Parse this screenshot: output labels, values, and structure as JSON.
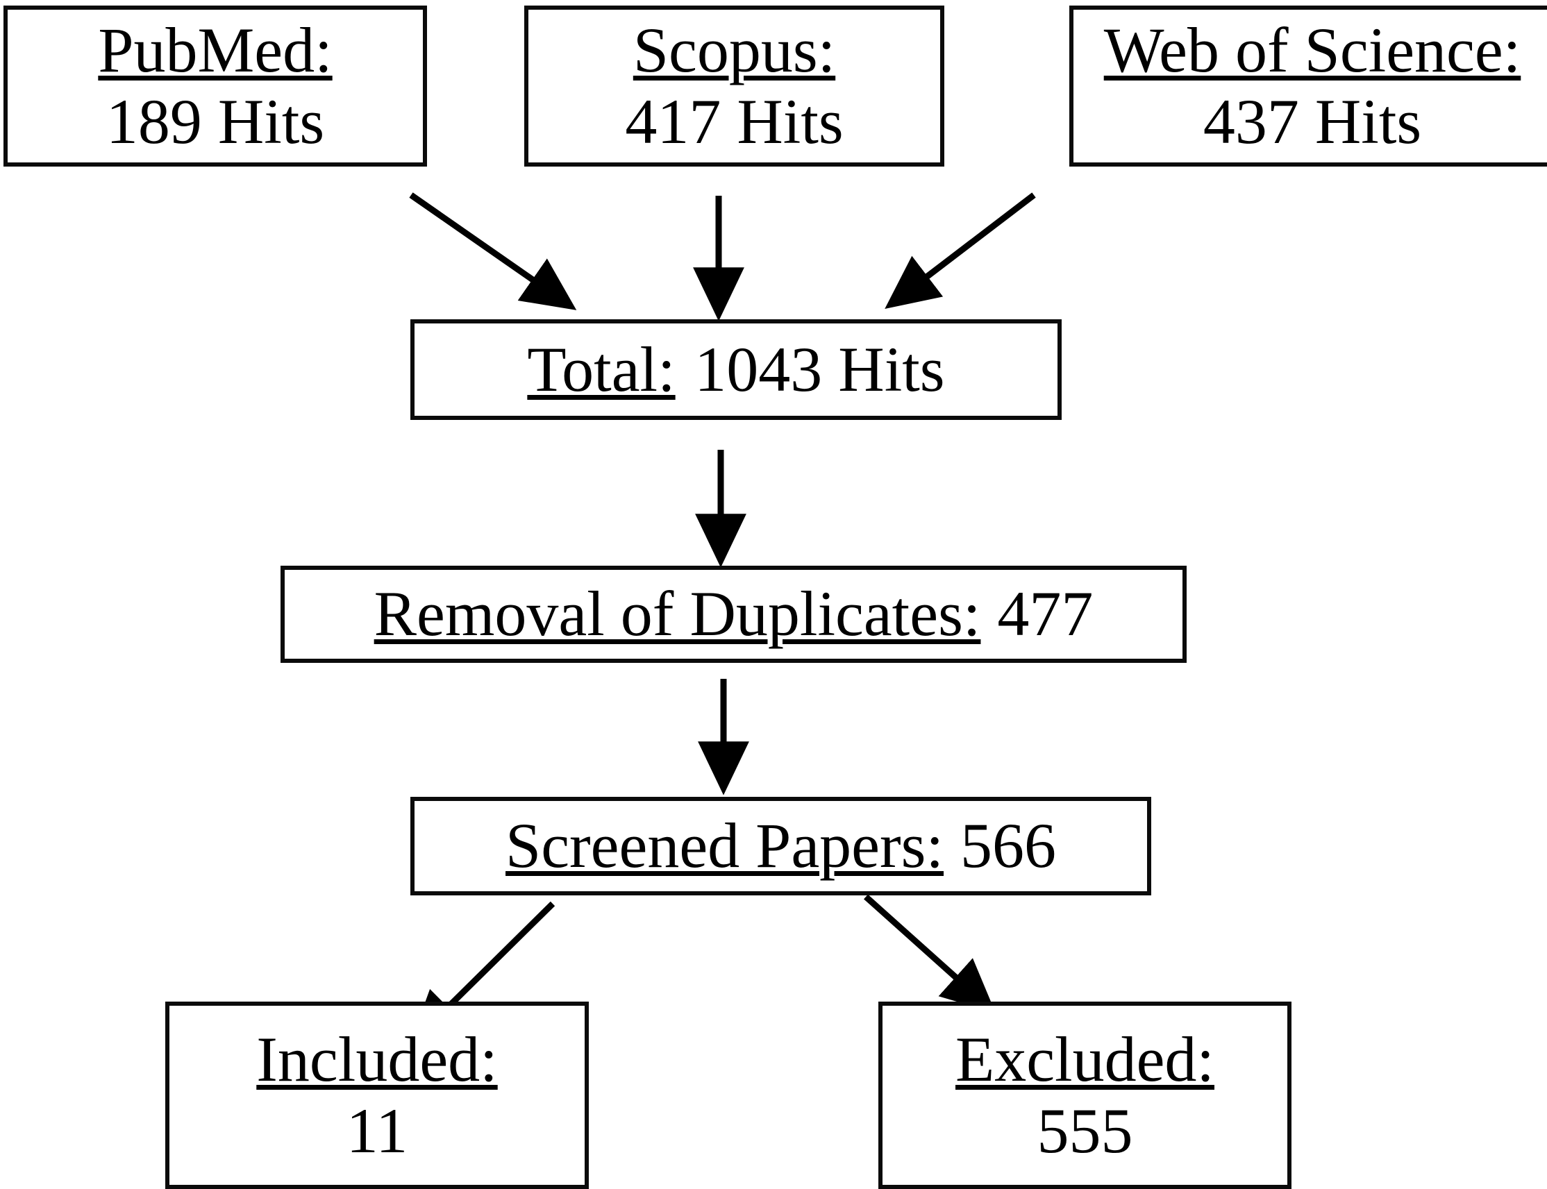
{
  "diagram": {
    "type": "prisma-flow-diagram",
    "title": "",
    "ink_color": "#000000",
    "background_color": "#ffffff",
    "sources": [
      {
        "id": "pubmed",
        "label": "PubMed:",
        "value": "189 Hits"
      },
      {
        "id": "scopus",
        "label": "Scopus:",
        "value": "417 Hits"
      },
      {
        "id": "web-of-science",
        "label": "Web of Science:",
        "value": "437 Hits"
      }
    ],
    "stages": [
      {
        "id": "total",
        "label": "Total:",
        "value": "1043 Hits"
      },
      {
        "id": "duplicates",
        "label": "Removal of Duplicates:",
        "value": "477"
      },
      {
        "id": "screened",
        "label": "Screened Papers:",
        "value": "566"
      }
    ],
    "outcomes": [
      {
        "id": "included",
        "label": "Included:",
        "value": "11"
      },
      {
        "id": "excluded",
        "label": "Excluded:",
        "value": "555"
      }
    ],
    "connectors": [
      {
        "id": "pubmed-to-total",
        "from": "pubmed",
        "to": "total",
        "style": "diagonal-arrow"
      },
      {
        "id": "scopus-to-total",
        "from": "scopus",
        "to": "total",
        "style": "vertical-arrow"
      },
      {
        "id": "wos-to-total",
        "from": "web-of-science",
        "to": "total",
        "style": "diagonal-arrow"
      },
      {
        "id": "total-to-duplicates",
        "from": "total",
        "to": "duplicates",
        "style": "vertical-arrow"
      },
      {
        "id": "duplicates-to-screened",
        "from": "duplicates",
        "to": "screened",
        "style": "vertical-arrow"
      },
      {
        "id": "screened-to-included",
        "from": "screened",
        "to": "included",
        "style": "diagonal-arrow"
      },
      {
        "id": "screened-to-excluded",
        "from": "screened",
        "to": "excluded",
        "style": "diagonal-arrow"
      }
    ]
  },
  "chart_data": {
    "type": "diagram",
    "title": "Literature search and screening flow diagram",
    "categories": [
      "PubMed",
      "Scopus",
      "Web of Science",
      "Total",
      "Removal of Duplicates",
      "Screened Papers",
      "Included",
      "Excluded"
    ],
    "values": [
      189,
      417,
      437,
      1043,
      477,
      566,
      11,
      555
    ],
    "units": "records"
  }
}
